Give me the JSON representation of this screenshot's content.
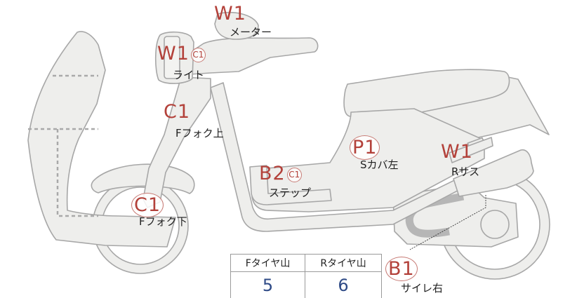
{
  "colors": {
    "body_fill": "#eeeeec",
    "body_stroke": "#a7a7a7",
    "dash": "#a9a9a9",
    "code_text": "#b3413a",
    "table_value": "#2e4a86"
  },
  "annotations": [
    {
      "id": "meter",
      "code": "W1",
      "circles": [],
      "label": "メーター"
    },
    {
      "id": "light",
      "code": "W1",
      "circles": [
        "C1"
      ],
      "label": "ライト"
    },
    {
      "id": "front-fork-upper",
      "code": "C1",
      "circles": [],
      "label": "Fフォク上"
    },
    {
      "id": "side-cover-left",
      "code": "P1",
      "circles": [],
      "label": "Sカバ左"
    },
    {
      "id": "rear-suspension",
      "code": "W1",
      "circles": [],
      "label": "Rサス"
    },
    {
      "id": "step",
      "code": "B2",
      "circles": [
        "C1"
      ],
      "label": "ステップ"
    },
    {
      "id": "front-fork-lower",
      "code": "C1",
      "circles": [],
      "label": "Fフォク下"
    },
    {
      "id": "muffler-right",
      "code": "B1",
      "circles": [],
      "label": "サイレ右"
    }
  ],
  "tire_table": {
    "headers": [
      "Fタイヤ山",
      "Rタイヤ山"
    ],
    "values": [
      "5",
      "6"
    ]
  }
}
